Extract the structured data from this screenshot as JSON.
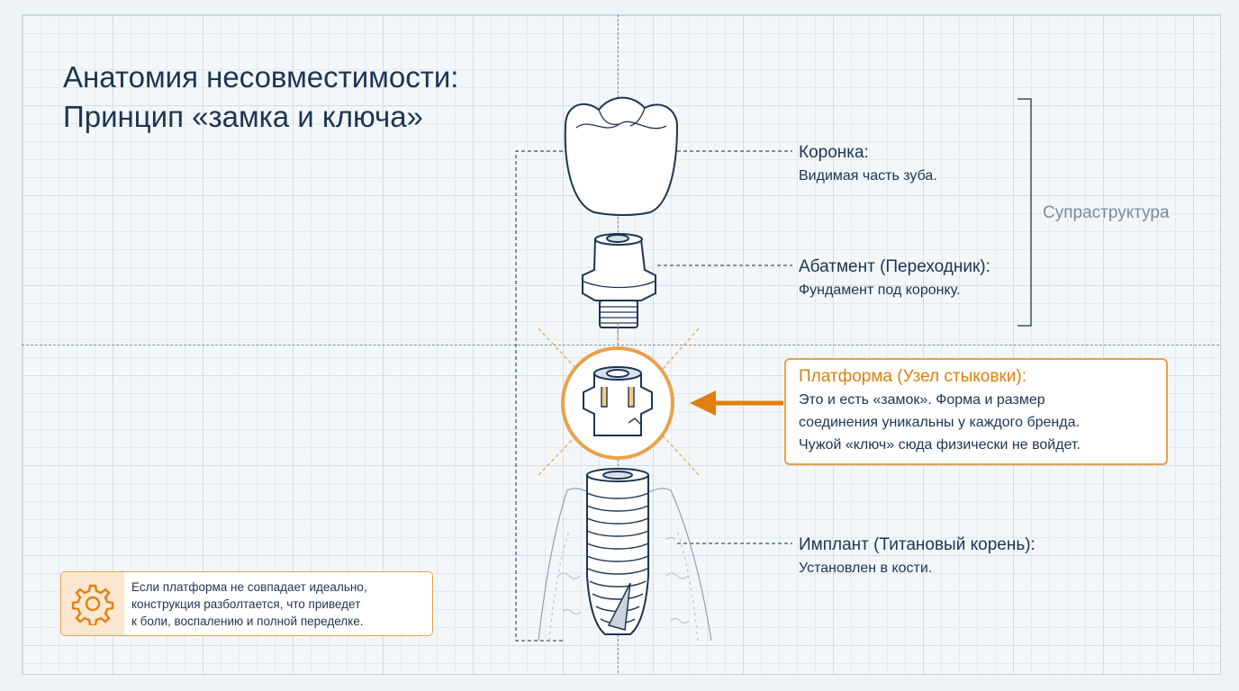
{
  "title": {
    "line1": "Анатомия несовместимости:",
    "line2": "Принцип «замка и ключа»"
  },
  "parts": {
    "crown": {
      "head": "Коронка:",
      "desc": "Видимая часть зуба."
    },
    "abutment": {
      "head": "Абатмент (Переходник):",
      "desc": "Фундамент под коронку."
    },
    "platform": {
      "head": "Платформа (Узел стыковки):",
      "lines": [
        "Это и есть «замок». Форма и размер",
        "соединения уникальны у каждого бренда.",
        "Чужой «ключ» сюда физически не войдет."
      ]
    },
    "implant": {
      "head": "Имплант (Титановый корень):",
      "desc": "Установлен в кости."
    }
  },
  "group_label": "Супраструктура",
  "warning": {
    "icon": "gear-icon",
    "lines": [
      "Если платформа не совпадает идеально,",
      "конструкция разболтается, что приведет",
      "к боли, воспалению и полной переделке."
    ]
  },
  "colors": {
    "accent": "#e8a24a",
    "accent_text": "#e07f10",
    "ink": "#1c3553",
    "muted": "#7a8b99"
  }
}
